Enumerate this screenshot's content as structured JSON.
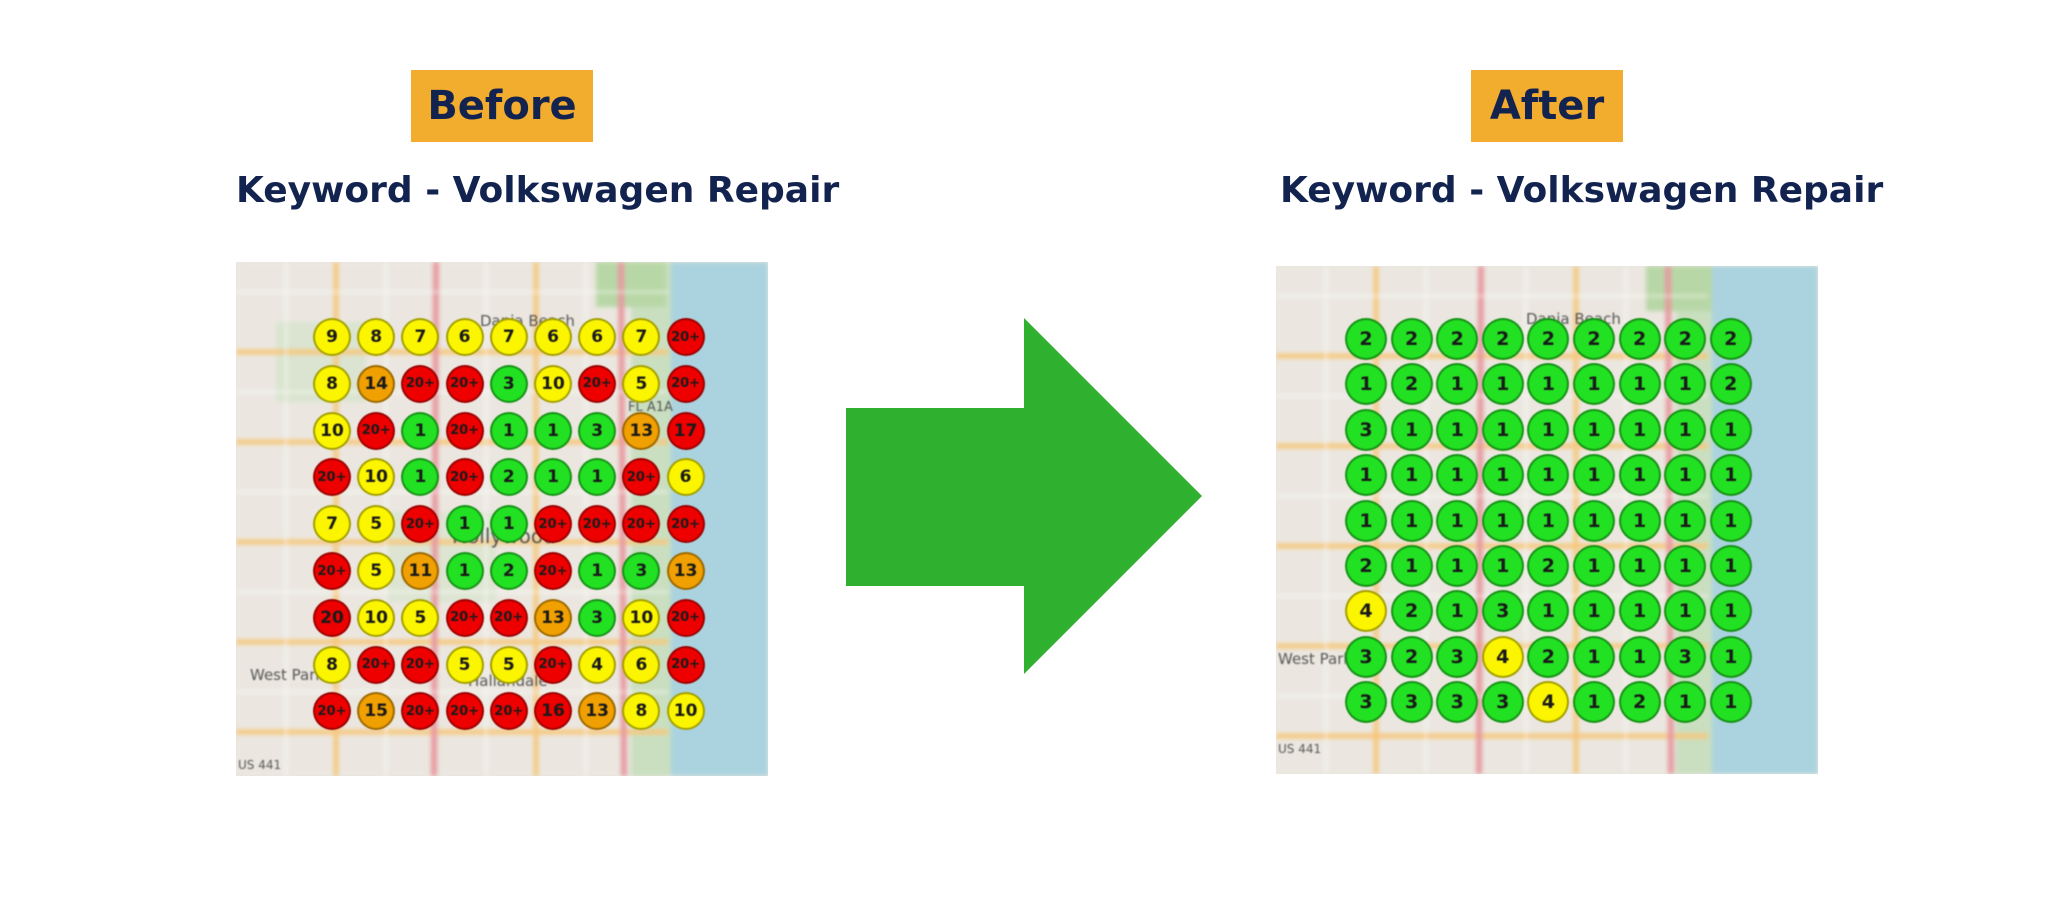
{
  "before": {
    "badge": "Before",
    "subtitle": "Keyword - Volkswagen Repair",
    "map_labels": {
      "town_top": "Dania Beach",
      "town_mid": "Hollywood",
      "town_bottom": "Hallandale",
      "west": "West Park",
      "road": "US 441",
      "route": "FL A1A"
    },
    "grid": [
      [
        "9",
        "8",
        "7",
        "6",
        "7",
        "6",
        "6",
        "7",
        "20+"
      ],
      [
        "8",
        "14",
        "20+",
        "20+",
        "3",
        "10",
        "20+",
        "5",
        "20+"
      ],
      [
        "10",
        "20+",
        "1",
        "20+",
        "1",
        "1",
        "3",
        "13",
        "17"
      ],
      [
        "20+",
        "10",
        "1",
        "20+",
        "2",
        "1",
        "1",
        "20+",
        "6"
      ],
      [
        "7",
        "5",
        "20+",
        "1",
        "1",
        "20+",
        "20+",
        "20+",
        "20+"
      ],
      [
        "20+",
        "5",
        "11",
        "1",
        "2",
        "20+",
        "1",
        "3",
        "13"
      ],
      [
        "20",
        "10",
        "5",
        "20+",
        "20+",
        "13",
        "3",
        "10",
        "20+"
      ],
      [
        "8",
        "20+",
        "20+",
        "5",
        "5",
        "20+",
        "4",
        "6",
        "20+"
      ],
      [
        "20+",
        "15",
        "20+",
        "20+",
        "20+",
        "16",
        "13",
        "8",
        "10"
      ]
    ]
  },
  "after": {
    "badge": "After",
    "subtitle": "Keyword - Volkswagen Repair",
    "map_labels": {
      "town_top": "Dania Beach",
      "west": "West Park",
      "road": "US 441"
    },
    "grid": [
      [
        "2",
        "2",
        "2",
        "2",
        "2",
        "2",
        "2",
        "2",
        "2"
      ],
      [
        "1",
        "2",
        "1",
        "1",
        "1",
        "1",
        "1",
        "1",
        "2"
      ],
      [
        "3",
        "1",
        "1",
        "1",
        "1",
        "1",
        "1",
        "1",
        "1"
      ],
      [
        "1",
        "1",
        "1",
        "1",
        "1",
        "1",
        "1",
        "1",
        "1"
      ],
      [
        "1",
        "1",
        "1",
        "1",
        "1",
        "1",
        "1",
        "1",
        "1"
      ],
      [
        "2",
        "1",
        "1",
        "1",
        "2",
        "1",
        "1",
        "1",
        "1"
      ],
      [
        "4",
        "2",
        "1",
        "3",
        "1",
        "1",
        "1",
        "1",
        "1"
      ],
      [
        "3",
        "2",
        "3",
        "4",
        "2",
        "1",
        "1",
        "3",
        "1"
      ],
      [
        "3",
        "3",
        "3",
        "3",
        "4",
        "1",
        "2",
        "1",
        "1"
      ]
    ]
  },
  "colors": {
    "badge_bg": "#f2ac2e",
    "title_text": "#12234f",
    "arrow": "#2fb02f",
    "rank_green": "#22e022",
    "rank_yellow": "#fbf500",
    "rank_orange": "#f0a000",
    "rank_red": "#ee0000",
    "water": "#aad3df"
  }
}
